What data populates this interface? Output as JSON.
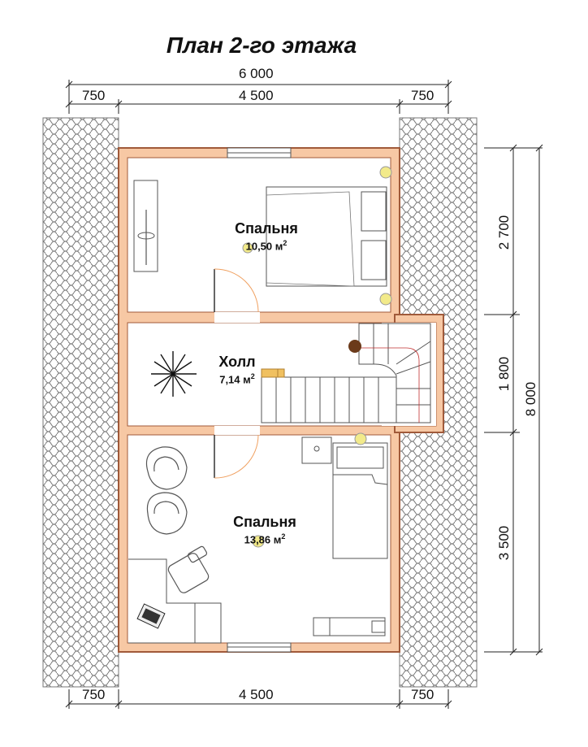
{
  "title": "План 2-го этажа",
  "dimensions": {
    "top_total": "6 000",
    "top_left": "750",
    "top_middle": "4 500",
    "top_right": "750",
    "bottom_left": "750",
    "bottom_middle": "4 500",
    "bottom_right": "750",
    "right_1": "2 700",
    "right_2": "1 800",
    "right_3": "3 500",
    "right_total": "8 000"
  },
  "rooms": [
    {
      "name": "Спальня",
      "area": "10,50 м",
      "unit_power": "2"
    },
    {
      "name": "Холл",
      "area": "7,14 м",
      "unit_power": "2"
    },
    {
      "name": "Спальня",
      "area": "13,86 м",
      "unit_power": "2"
    }
  ],
  "colors": {
    "wall_fill": "#f7c8a4",
    "wall_stroke": "#a05a3a",
    "roof_pattern": "#777777",
    "stair_accent": "#f0c060",
    "lamp": "#f2ea8a"
  }
}
